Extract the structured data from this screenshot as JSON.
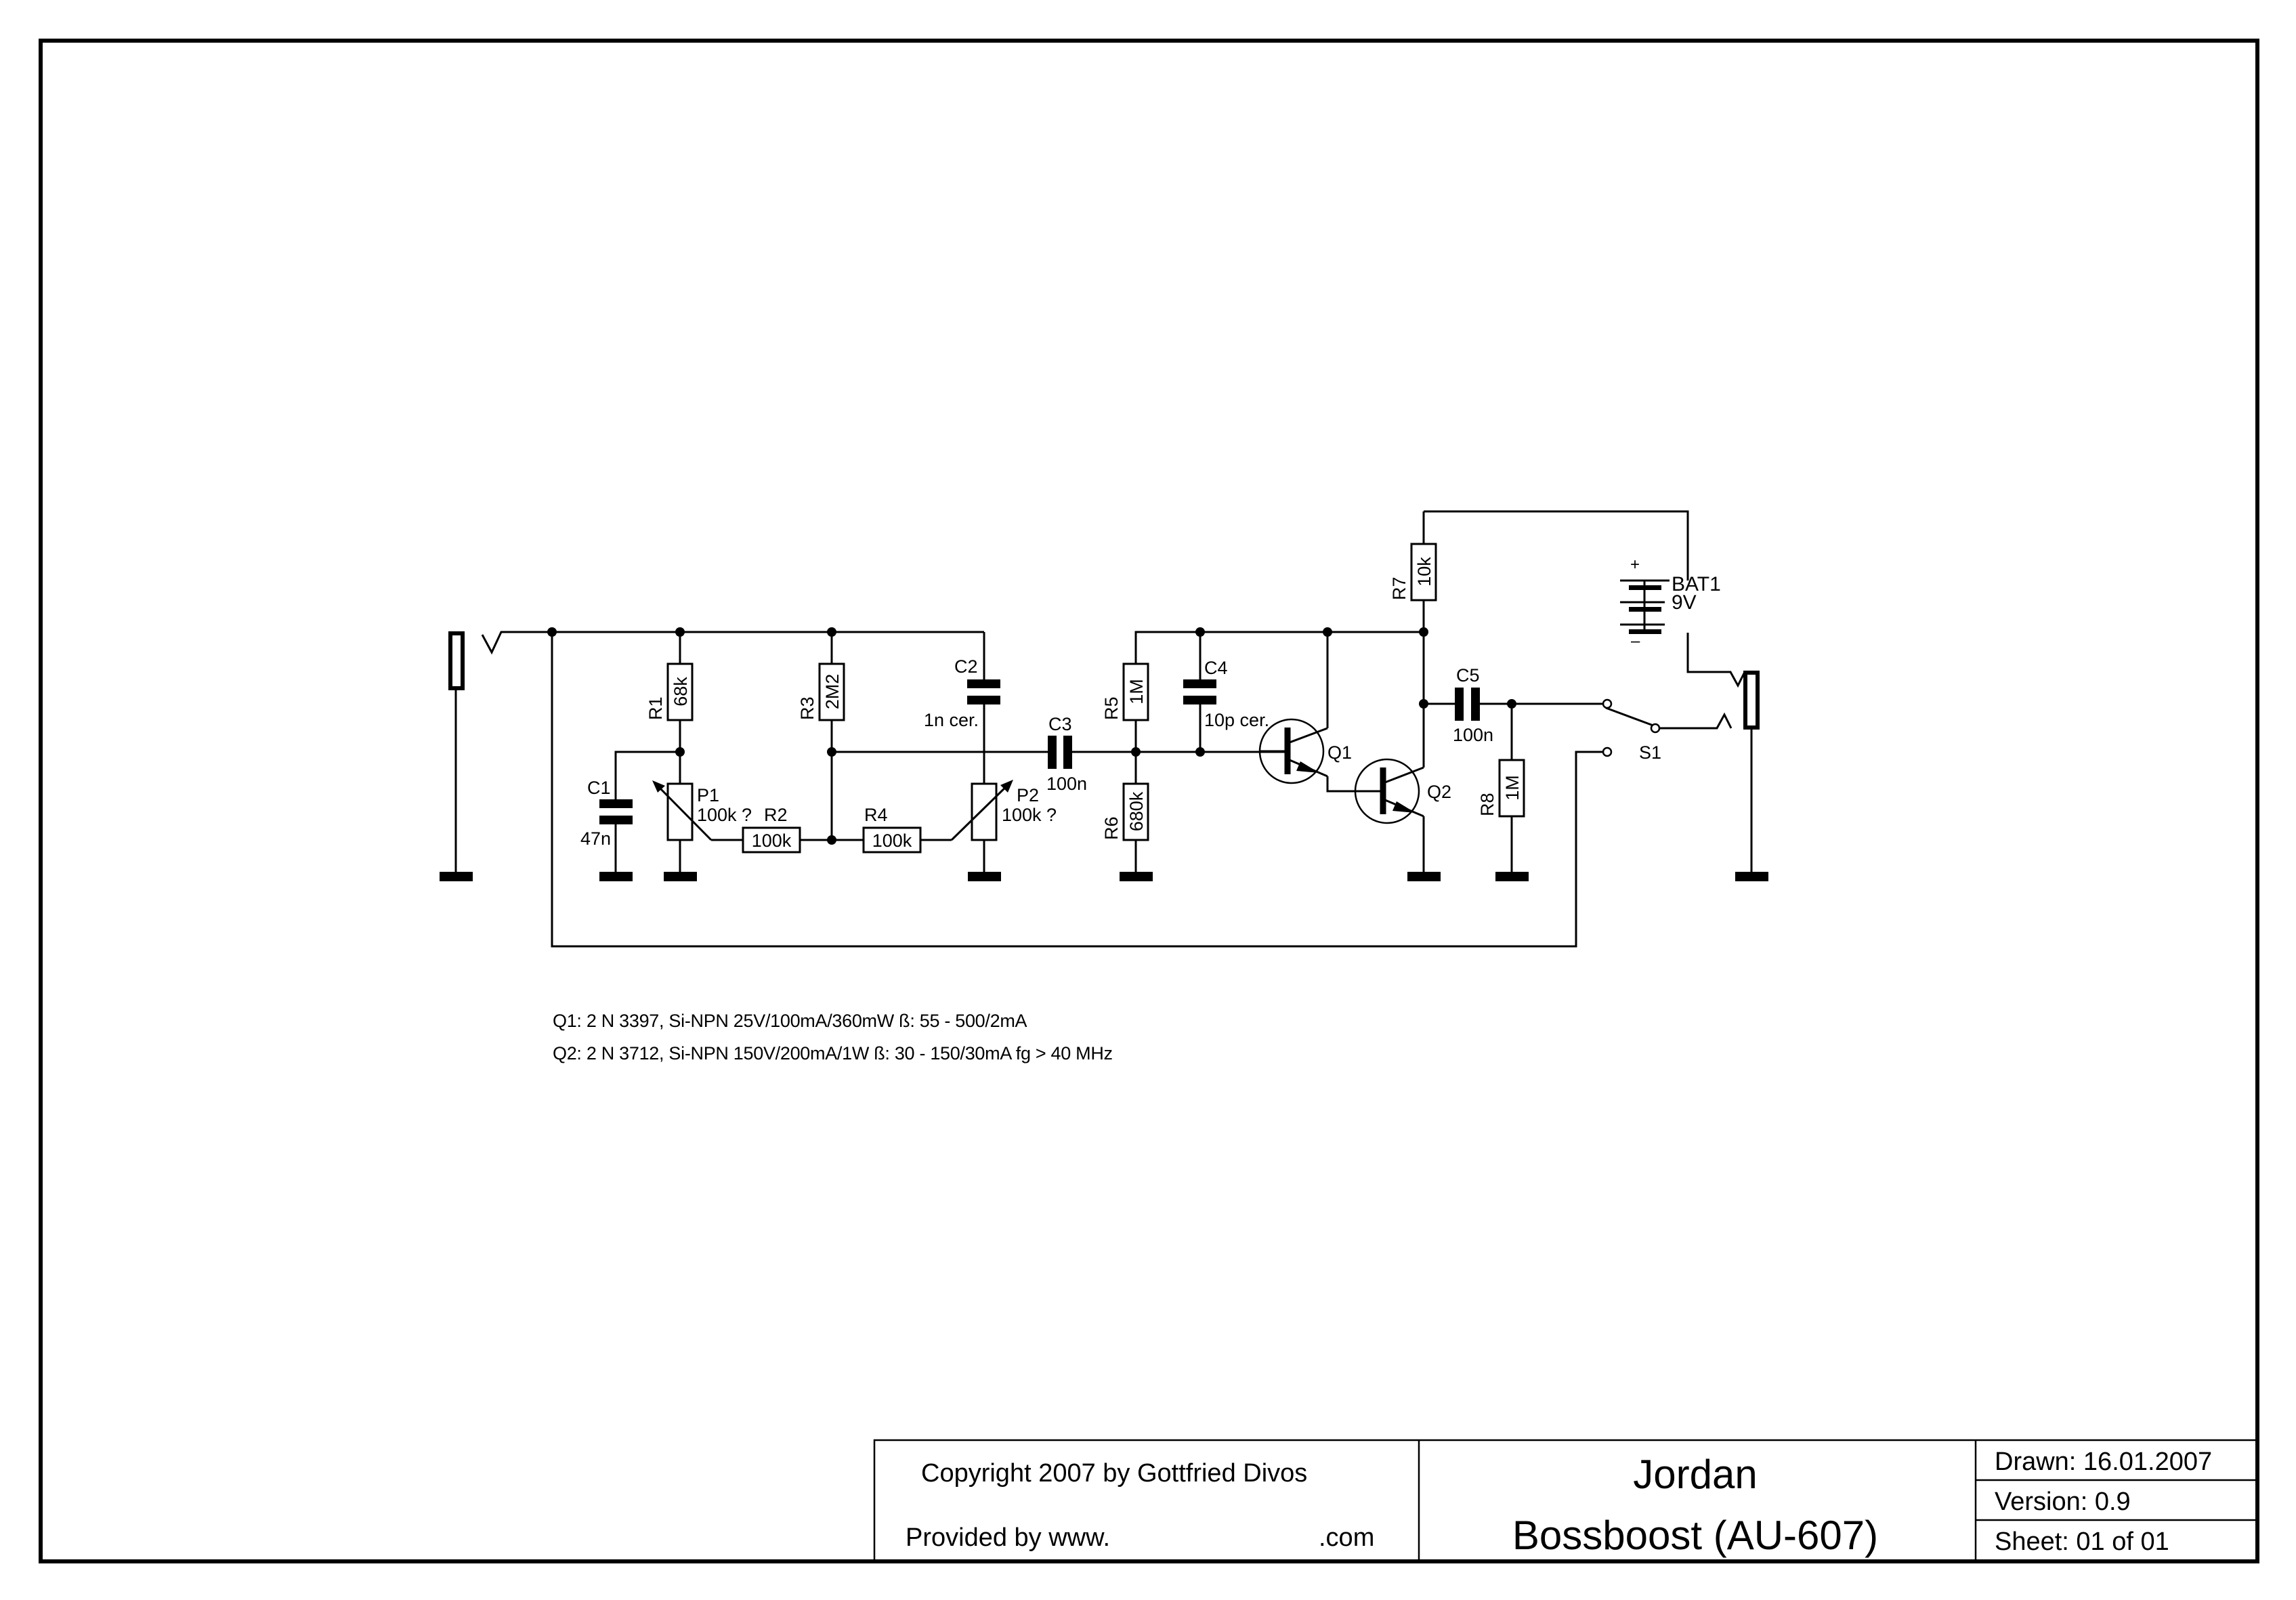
{
  "schematic": {
    "input_jack": {
      "name": "input-jack"
    },
    "output_jack": {
      "name": "output-jack"
    },
    "components": {
      "R1": {
        "ref": "R1",
        "value": "68k"
      },
      "R2": {
        "ref": "R2",
        "value": "100k"
      },
      "R3": {
        "ref": "R3",
        "value": "2M2"
      },
      "R4": {
        "ref": "R4",
        "value": "100k"
      },
      "R5": {
        "ref": "R5",
        "value": "1M"
      },
      "R6": {
        "ref": "R6",
        "value": "680k"
      },
      "R7": {
        "ref": "R7",
        "value": "10k"
      },
      "R8": {
        "ref": "R8",
        "value": "1M"
      },
      "P1": {
        "ref": "P1",
        "value": "100k ?"
      },
      "P2": {
        "ref": "P2",
        "value": "100k ?"
      },
      "C1": {
        "ref": "C1",
        "value": "47n"
      },
      "C2": {
        "ref": "C2",
        "value": "1n cer."
      },
      "C3": {
        "ref": "C3",
        "value": "100n"
      },
      "C4": {
        "ref": "C4",
        "value": "10p cer."
      },
      "C5": {
        "ref": "C5",
        "value": "100n"
      },
      "Q1": {
        "ref": "Q1"
      },
      "Q2": {
        "ref": "Q2"
      },
      "BAT1": {
        "ref": "BAT1",
        "value": "9V",
        "plus": "+",
        "minus": "–"
      },
      "S1": {
        "ref": "S1"
      }
    },
    "notes": [
      "Q1: 2 N 3397,  Si-NPN  25V/100mA/360mW  ß: 55 - 500/2mA",
      "Q2: 2 N 3712,  Si-NPN  150V/200mA/1W  ß: 30 - 150/30mA  fg > 40 MHz"
    ]
  },
  "title_block": {
    "copyright": "Copyright 2007 by Gottfried Divos",
    "provided_by": "Provided by  www.",
    "provided_suffix": ".com",
    "title_line1": "Jordan",
    "title_line2": "Bossboost  (AU-607)",
    "drawn": "Drawn:  16.01.2007",
    "version": "Version:  0.9",
    "sheet": "Sheet:  01  of  01"
  }
}
